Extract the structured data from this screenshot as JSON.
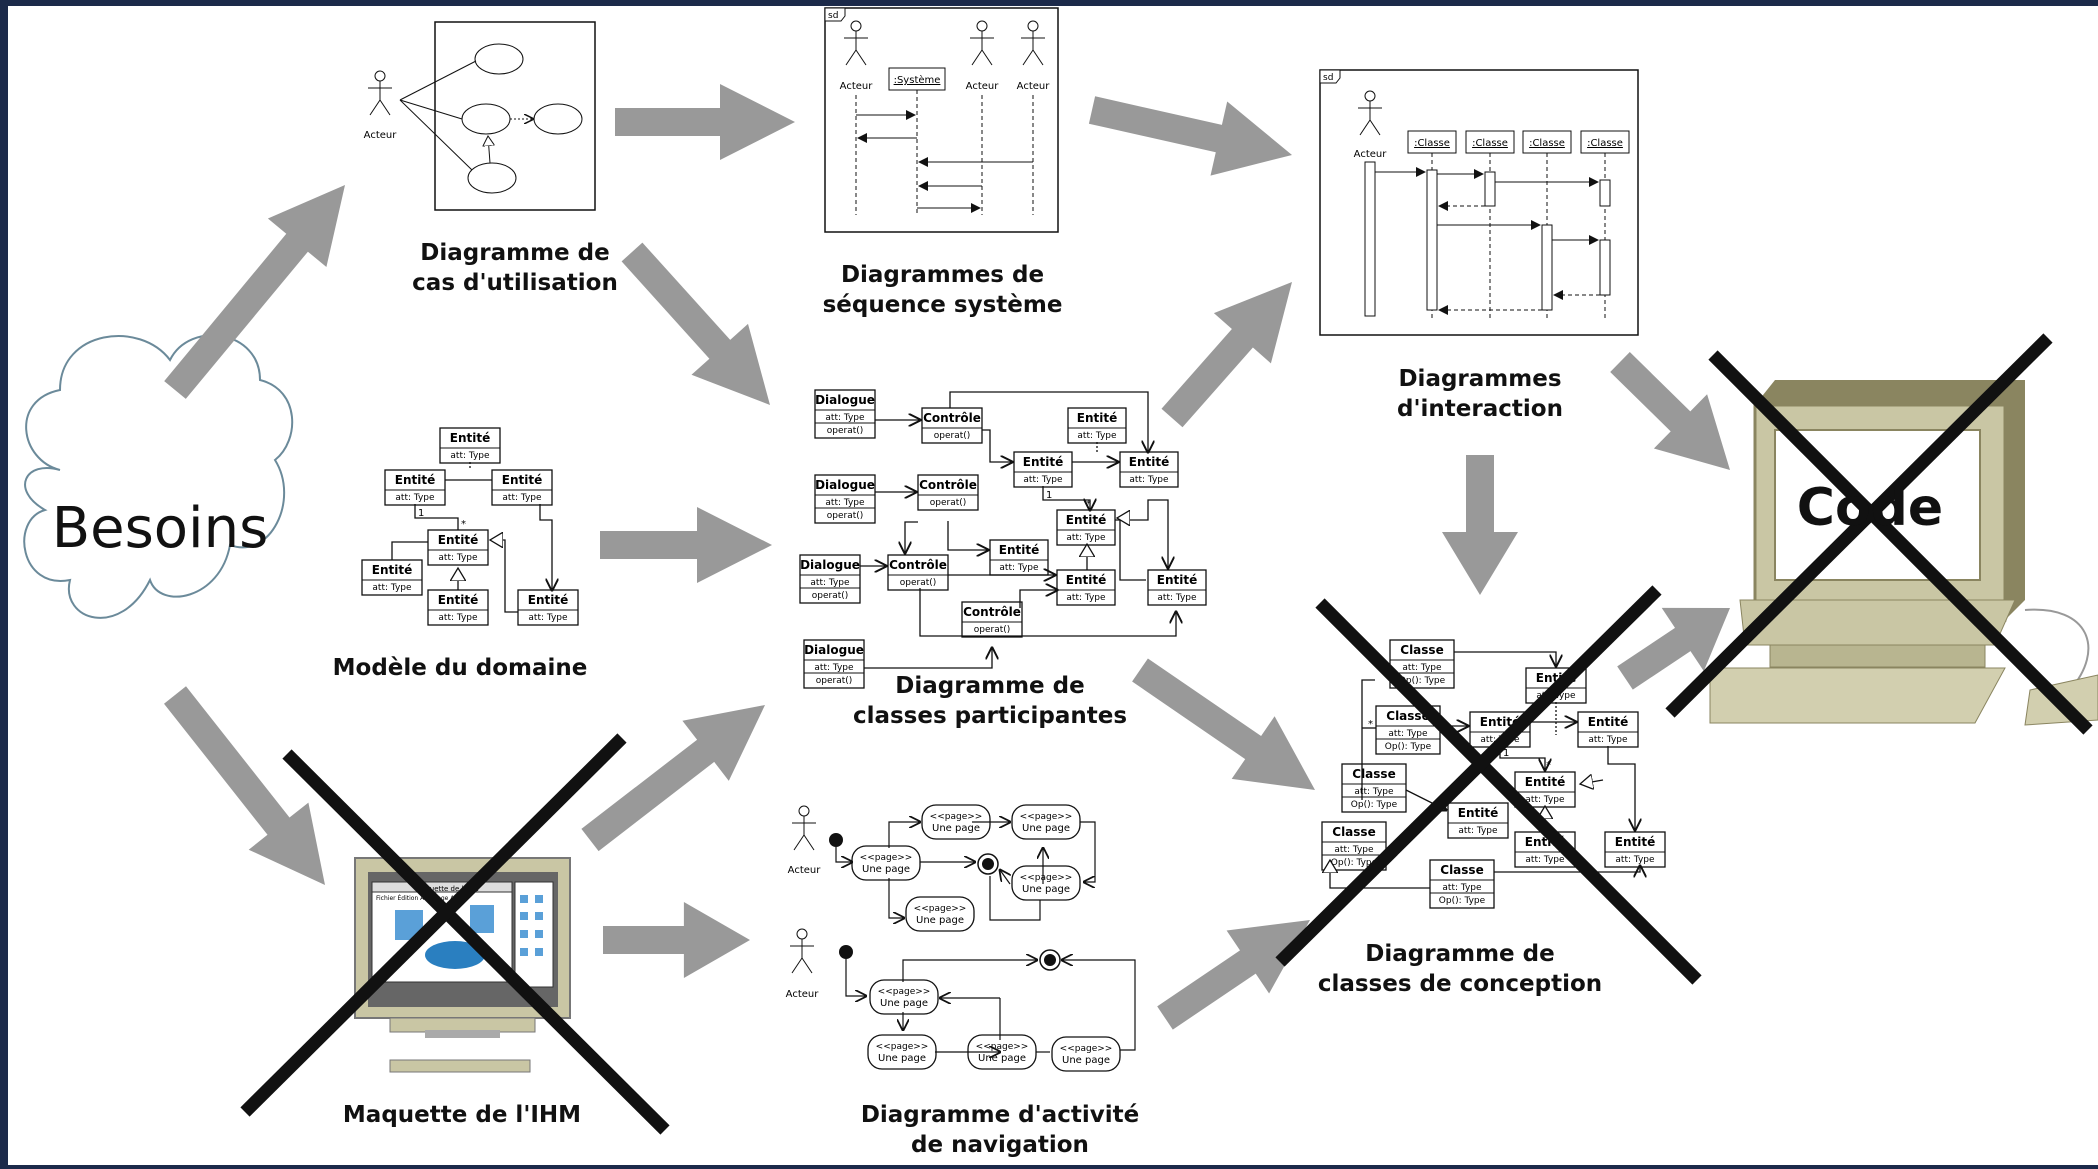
{
  "besoins": "Besoins",
  "code": "Code",
  "labels": {
    "cas_utilisation": [
      "Diagramme de",
      "cas d'utilisation"
    ],
    "sequence_systeme": [
      "Diagrammes de",
      "séquence système"
    ],
    "interaction": [
      "Diagrammes",
      "d'interaction"
    ],
    "modele_domaine": [
      "Modèle du domaine"
    ],
    "classes_participantes": [
      "Diagramme de",
      "classes participantes"
    ],
    "classes_conception": [
      "Diagramme de",
      "classes de conception"
    ],
    "maquette_ihm": [
      "Maquette de l'IHM"
    ],
    "activite_navigation": [
      "Diagramme d'activité",
      "de navigation"
    ]
  },
  "mini": {
    "acteur": "Acteur",
    "systeme": ":Système",
    "classe_obj": ":Classe",
    "sd": "sd",
    "entite": "Entité",
    "att_type": "att: Type",
    "dialogue": "Dialogue",
    "controle": "Contrôle",
    "operat": "operat()",
    "classe": "Classe",
    "op_type": "Op(): Type",
    "page_stereo": "<<page>>",
    "page_name": "Une page",
    "mult_one": "1",
    "mult_many": "*",
    "ihm_title": "Maquette de l'IHM",
    "ihm_menu": "Fichier  Édition  Affichage  Aide"
  },
  "colors": {
    "background_frame": "#1c2a4a",
    "canvas": "#ffffff",
    "arrow": "#999999",
    "cross": "#111111",
    "computer_beige": "#c9c6a4"
  }
}
